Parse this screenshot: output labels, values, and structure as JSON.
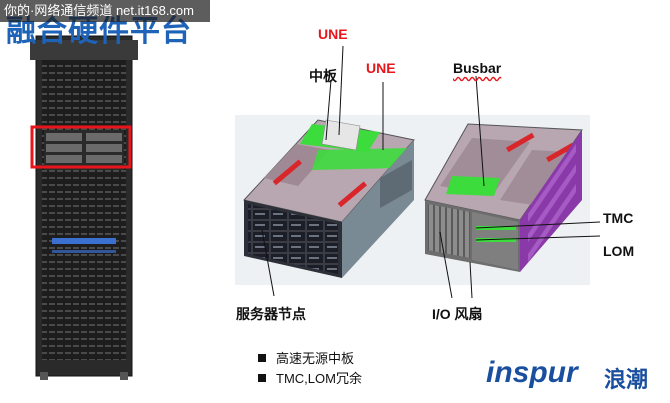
{
  "header": {
    "watermark": "你的·网络通信频道 net.it168.com",
    "title": "融合硬件平台"
  },
  "diagram": {
    "label_une_1": "UNE",
    "label_midplane": "中板",
    "label_une_2": "UNE",
    "label_busbar": "Busbar",
    "label_tmc": "TMC",
    "label_lom": "LOM",
    "label_server_node": "服务器节点",
    "label_io_fan": "I/O 风扇"
  },
  "bullets": [
    "高速无源中板",
    "TMC,LOM冗余"
  ],
  "logo": {
    "wordmark": "inspur",
    "chinese": "浪潮"
  },
  "colors": {
    "accent_red": "#e8161b",
    "title_blue": "#1e63b8",
    "logo_blue": "#1a4f9f",
    "board_green": "#3ddc3d",
    "side_purple": "#8a3aa8"
  }
}
